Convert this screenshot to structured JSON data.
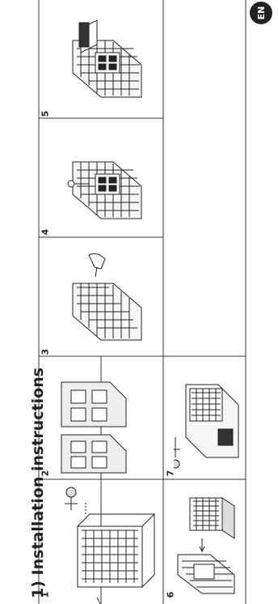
{
  "page": {
    "title": "1) Installation instructions",
    "language_badge": "EN"
  },
  "steps": [
    {
      "number": "1",
      "icon": "filter-screw-install-illustration"
    },
    {
      "number": "2",
      "icon": "filter-frame-clips-illustration"
    },
    {
      "number": "3",
      "icon": "drill-grille-illustration"
    },
    {
      "number": "4",
      "icon": "screw-grille-bracket-illustration"
    },
    {
      "number": "5",
      "icon": "attach-housing-illustration"
    },
    {
      "number": "6",
      "icon": "insert-filter-illustration"
    },
    {
      "number": "7",
      "icon": "screw-filter-housing-illustration"
    }
  ]
}
